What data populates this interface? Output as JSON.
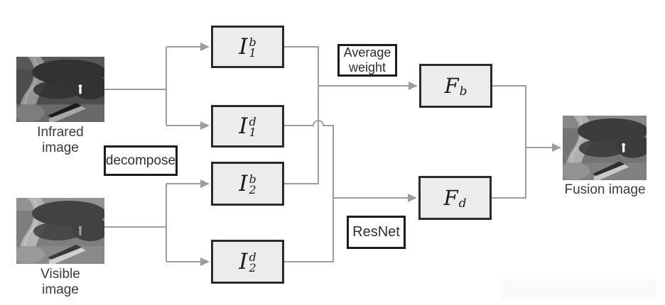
{
  "figure": {
    "inputs": {
      "infrared_label": "Infrared\nimage",
      "visible_label": "Visible\nimage"
    },
    "output": {
      "fusion_label": "Fusion image"
    },
    "process_labels": {
      "decompose": "decompose",
      "average_weight": "Average\nweight",
      "resnet": "ResNet"
    },
    "nodes": {
      "i1b": {
        "base": "I",
        "sup": "b",
        "sub": "1"
      },
      "i1d": {
        "base": "I",
        "sup": "d",
        "sub": "1"
      },
      "i2b": {
        "base": "I",
        "sup": "b",
        "sub": "2"
      },
      "i2d": {
        "base": "I",
        "sup": "d",
        "sub": "2"
      },
      "fb": {
        "base": "F",
        "sub": "b"
      },
      "fd": {
        "base": "F",
        "sub": "d"
      }
    },
    "colors": {
      "node_fill": "#ececec",
      "node_border": "#2b2b2b",
      "label_box_border": "#1c1c1c",
      "connector": "#9d9d9d",
      "caption_text": "#3a3a3a",
      "background": "#ffffff"
    }
  }
}
